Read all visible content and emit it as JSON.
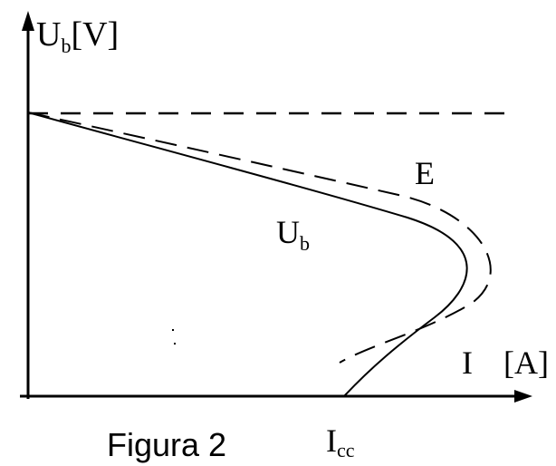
{
  "diagram": {
    "y_axis_label": {
      "main": "U",
      "sub": "b",
      "unit": "[V]"
    },
    "x_axis_label": {
      "main": "I",
      "unit": "[A]"
    },
    "curve_e_label": "E",
    "curve_ub_label": {
      "main": "U",
      "sub": "b"
    },
    "icc_label": {
      "main": "I",
      "sub": "cc"
    },
    "caption": "Figura 2",
    "stroke_color": "#000000",
    "background_color": "#ffffff"
  }
}
